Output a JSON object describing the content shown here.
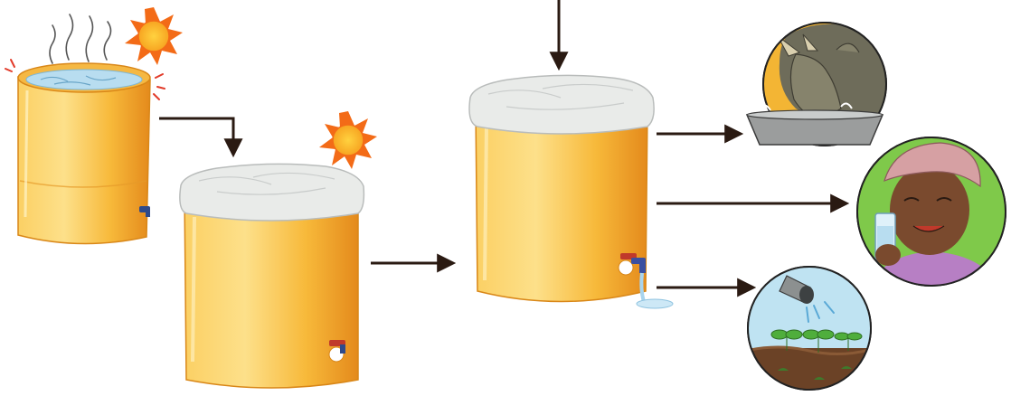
{
  "colors": {
    "background": "#ffffff",
    "barrel_light": "#fde08a",
    "barrel_mid": "#f7b93a",
    "barrel_dark": "#e48a1c",
    "cloth": "#e9ebe9",
    "water": "#b8ddf0",
    "sun_core": "#f7a421",
    "sun_rays": "#f36b17",
    "tap": "#c0392b",
    "arrow": "#2a1a12",
    "sky": "#bfe3f2",
    "soil": "#6b4226",
    "grass": "#7ac943",
    "skin": "#7a4a2e",
    "headscarf": "#d6a0a3"
  },
  "nodes": [
    {
      "id": "barrel-1",
      "icon": "barrel-open-water-icon",
      "state": "open barrel with water heating in the sun"
    },
    {
      "id": "barrel-2",
      "icon": "barrel-covered-icon",
      "state": "barrel covered with cloth in the sun"
    },
    {
      "id": "barrel-3",
      "icon": "barrel-covered-tap-icon",
      "state": "covered barrel with water flowing from tap"
    },
    {
      "id": "use-animals",
      "icon": "rhino-drinking-icon"
    },
    {
      "id": "use-drinking",
      "icon": "woman-drinking-water-icon"
    },
    {
      "id": "use-irrigation",
      "icon": "watering-seedlings-icon"
    }
  ],
  "icons": [
    "sun-icon",
    "steam-icon",
    "arrow-icon",
    "water-tap-icon"
  ]
}
